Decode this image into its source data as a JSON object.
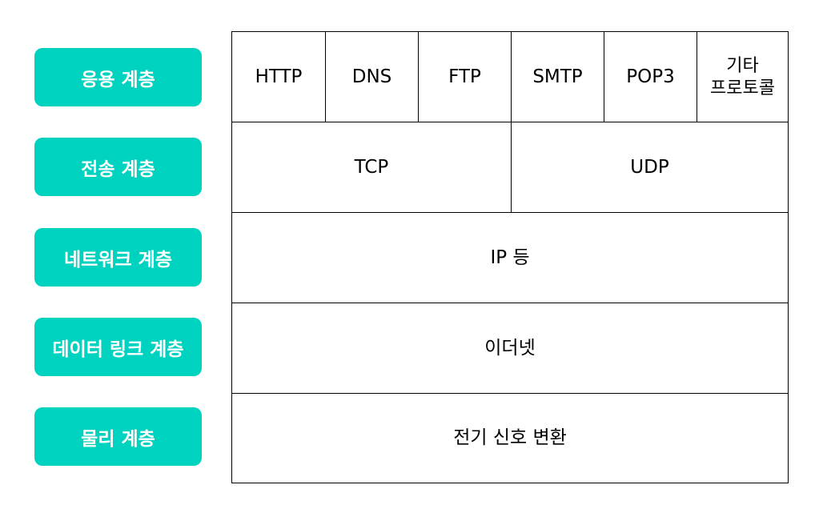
{
  "layers": [
    {
      "label": "응용 계층"
    },
    {
      "label": "전송 계층"
    },
    {
      "label": "네트워크 계층"
    },
    {
      "label": "데이터 링크 계층"
    },
    {
      "label": "물리 계층"
    }
  ],
  "rows": [
    {
      "cells": [
        "HTTP",
        "DNS",
        "FTP",
        "SMTP",
        "POP3"
      ],
      "other_line1": "기타",
      "other_line2": "프로토콜"
    },
    {
      "cells": [
        "TCP",
        "UDP"
      ]
    },
    {
      "cells": [
        "IP 등"
      ]
    },
    {
      "cells": [
        "이더넷"
      ]
    },
    {
      "cells": [
        "전기 신호 변환"
      ]
    }
  ],
  "colors": {
    "label_background": "#00d2c0",
    "label_text": "#ffffff",
    "border": "#000000"
  }
}
